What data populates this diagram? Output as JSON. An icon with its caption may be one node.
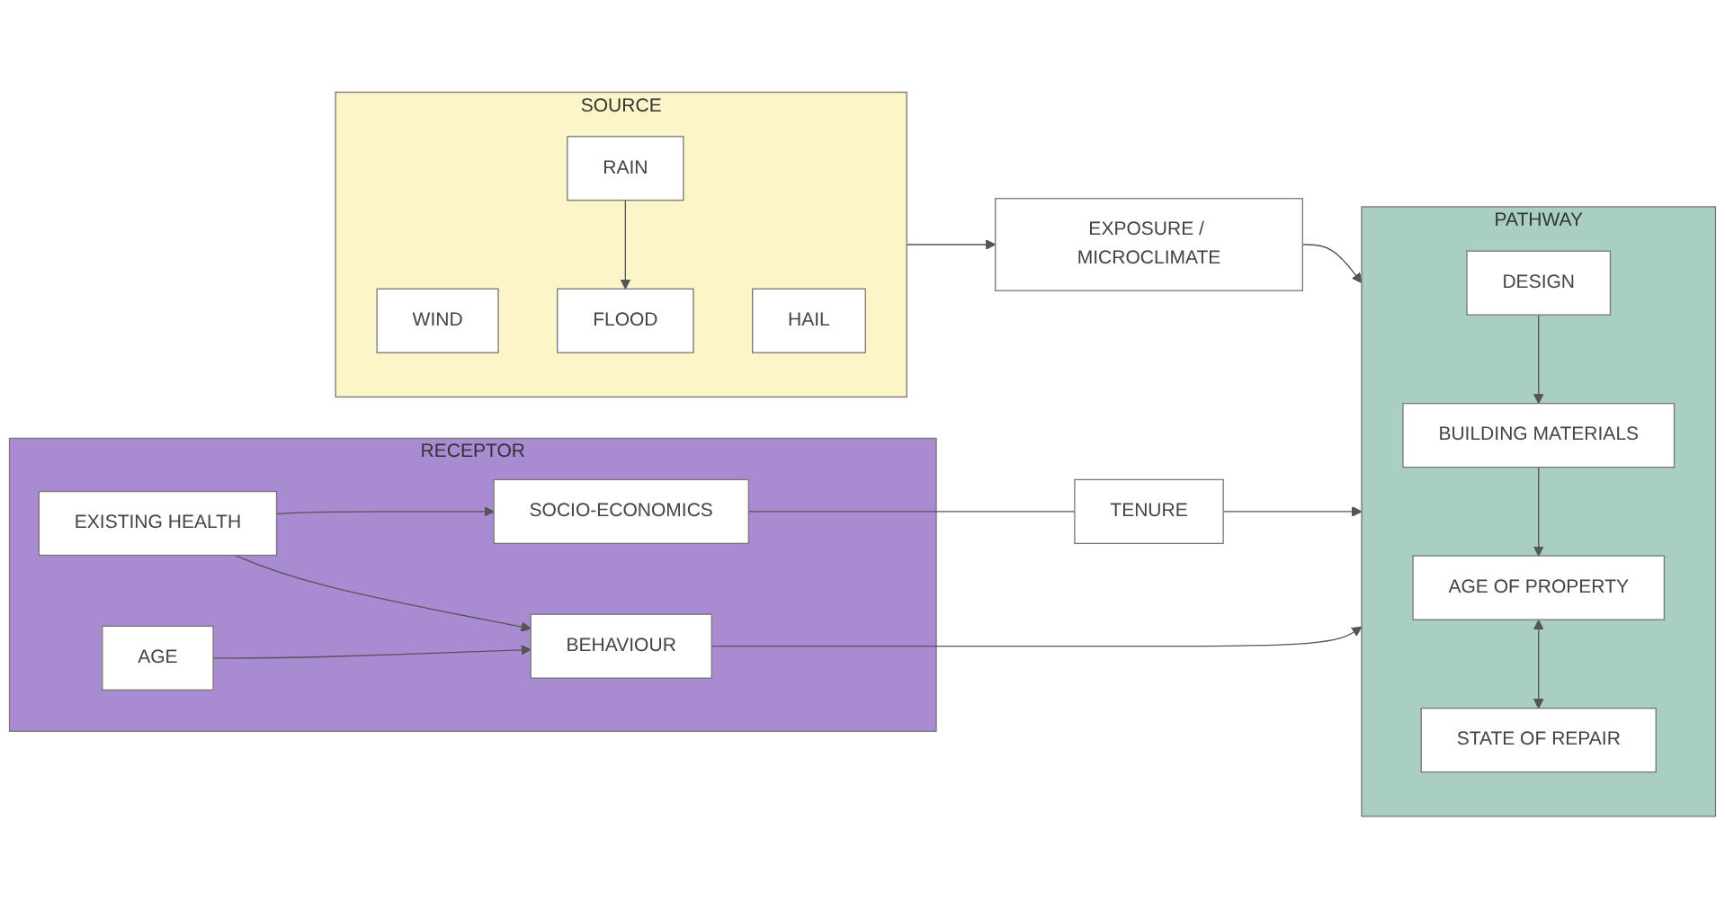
{
  "diagram": {
    "nodes": [
      {
        "text": [
          "SOURCE"
        ]
      },
      {
        "text": [
          "WIND"
        ],
        "in": 0
      },
      {
        "text": [
          "RAIN"
        ],
        "in": 0
      },
      {
        "text": [
          "HAIL"
        ],
        "in": 0
      },
      {
        "text": [
          "FLOOD"
        ],
        "in": 0
      },
      {
        "text": [
          "EXPOSURE / MICROCLIMATE"
        ]
      },
      {
        "text": [
          "PATHWAY"
        ]
      },
      {
        "text": [
          "AGE OF PROPERTY"
        ],
        "in": 6
      },
      {
        "text": [
          "BUILDING MATERIALS"
        ],
        "in": 6
      },
      {
        "text": [
          "DESIGN"
        ],
        "in": 6
      },
      {
        "text": [
          "STATE OF REPAIR"
        ],
        "in": 6
      },
      {
        "text": [
          "RECEPTOR"
        ]
      },
      {
        "text": [
          "SOCIO-ECONOMICS"
        ],
        "in": 11
      },
      {
        "text": [
          "EXISTING HEALTH"
        ],
        "in": 11
      },
      {
        "text": [
          "BEHAVIOUR"
        ],
        "in": 11
      },
      {
        "text": [
          "AGE"
        ],
        "in": 11
      },
      {
        "text": [
          "TENURE"
        ]
      }
    ],
    "edges": [
      {
        "from": 2,
        "to": 4,
        "arrow": "to"
      },
      {
        "from": 0,
        "to": 5,
        "arrow": "to"
      },
      {
        "from": 5,
        "to": 6,
        "arrow": "to"
      },
      {
        "from": 8,
        "to": 7,
        "arrow": "to"
      },
      {
        "from": 7,
        "to": 10,
        "arrow": "both"
      },
      {
        "from": 9,
        "to": 8,
        "arrow": "to"
      },
      {
        "from": 13,
        "to": 12,
        "arrow": "to"
      },
      {
        "from": 13,
        "to": 14,
        "arrow": "to"
      },
      {
        "from": 15,
        "to": 14,
        "arrow": "to"
      },
      {
        "from": 12,
        "to": 16,
        "arrow": "none"
      },
      {
        "from": 16,
        "to": 6,
        "arrow": "to"
      },
      {
        "from": 14,
        "to": 6,
        "arrow": "to"
      }
    ]
  }
}
